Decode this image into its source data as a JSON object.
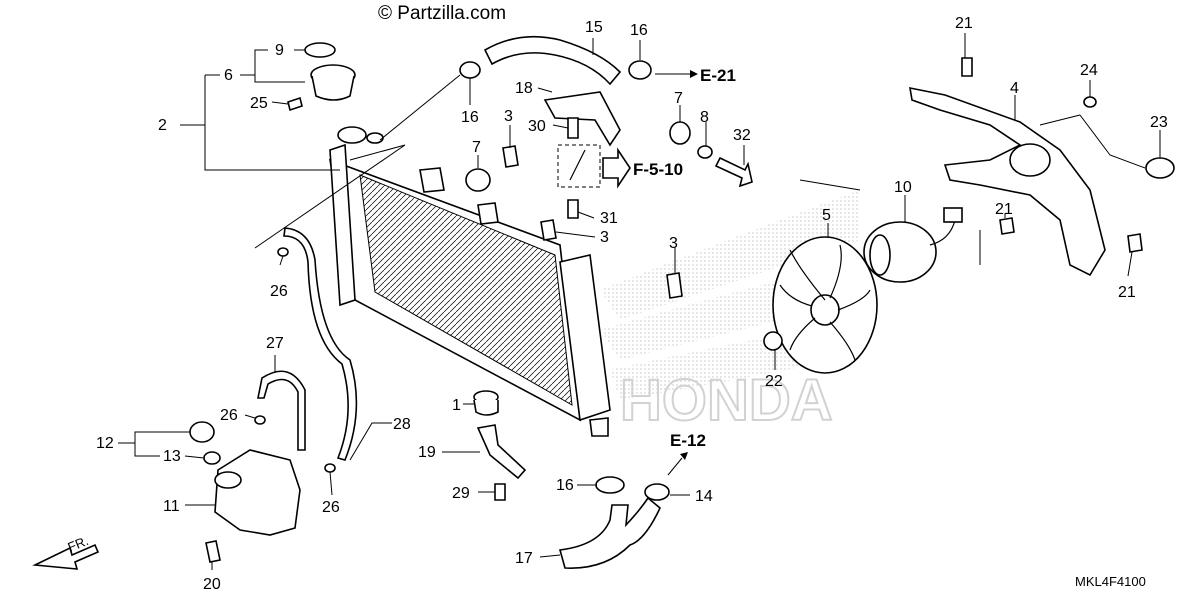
{
  "watermark": "© Partzilla.com",
  "watermark_logo": "HONDA",
  "diagram_code": "MKL4F4100",
  "front_label": "FR.",
  "references": {
    "e21": "E-21",
    "f510": "F-5-10",
    "e12": "E-12"
  },
  "parts": [
    {
      "num": "1"
    },
    {
      "num": "2"
    },
    {
      "num": "3"
    },
    {
      "num": "3"
    },
    {
      "num": "3"
    },
    {
      "num": "4"
    },
    {
      "num": "5"
    },
    {
      "num": "6"
    },
    {
      "num": "7"
    },
    {
      "num": "7"
    },
    {
      "num": "8"
    },
    {
      "num": "9"
    },
    {
      "num": "10"
    },
    {
      "num": "11"
    },
    {
      "num": "12"
    },
    {
      "num": "13"
    },
    {
      "num": "14"
    },
    {
      "num": "15"
    },
    {
      "num": "16"
    },
    {
      "num": "16"
    },
    {
      "num": "16"
    },
    {
      "num": "17"
    },
    {
      "num": "18"
    },
    {
      "num": "19"
    },
    {
      "num": "20"
    },
    {
      "num": "21"
    },
    {
      "num": "21"
    },
    {
      "num": "21"
    },
    {
      "num": "22"
    },
    {
      "num": "23"
    },
    {
      "num": "24"
    },
    {
      "num": "25"
    },
    {
      "num": "26"
    },
    {
      "num": "26"
    },
    {
      "num": "26"
    },
    {
      "num": "27"
    },
    {
      "num": "28"
    },
    {
      "num": "29"
    },
    {
      "num": "30"
    },
    {
      "num": "31"
    },
    {
      "num": "32"
    }
  ]
}
